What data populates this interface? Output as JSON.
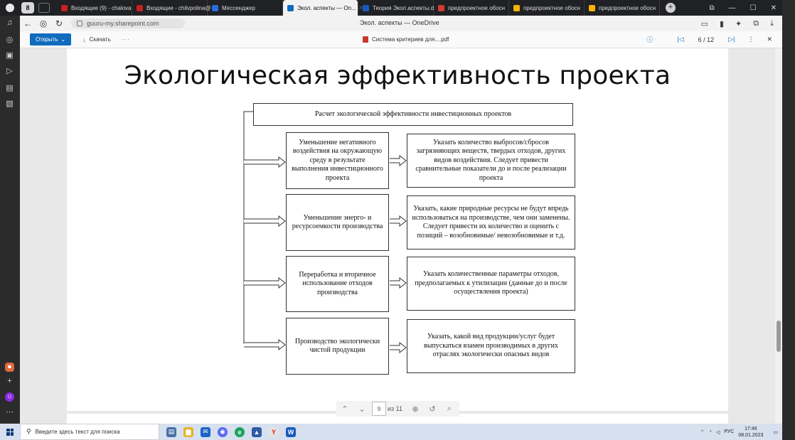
{
  "browser": {
    "tab_count": "8",
    "tabs": [
      {
        "label": "Входящие (9) - chalova",
        "color": "#c5221f"
      },
      {
        "label": "Входящие - chilvpolina@",
        "color": "#c5221f"
      },
      {
        "label": "Мессенджер",
        "color": "#2a6de0"
      },
      {
        "label": "Экол. аспекты — On...",
        "color": "#0f6cbd",
        "active": true
      },
      {
        "label": "Теория Экол.аспекты.d",
        "color": "#185abd"
      },
      {
        "label": "предпроектное обосн",
        "color": "#d23a32"
      },
      {
        "label": "предпроектное обосн",
        "color": "#f4b400"
      },
      {
        "label": "предпроектное обосн",
        "color": "#f4b400"
      }
    ],
    "new_tab": "+",
    "url": "guuru-my.sharepoint.com",
    "page_title": "Экол. аспекты — OneDrive"
  },
  "onedrive": {
    "open_label": "Открыть",
    "download_label": "Скачать",
    "more_label": "···",
    "file_name": "Система критериев для....pdf",
    "page_indicator": "6 / 12"
  },
  "slide": {
    "title": "Экологическая эффективность проекта",
    "header_box": "Расчет экологической эффективности инвестиционных проектов",
    "rows": [
      {
        "left": "Уменьшение негативного воздействия на окружающую среду в результате выполнения инвестиционного проекта",
        "right": "Указать количество выбросов/сбросов загрязняющих веществ, твердых отходов, других видов воздействия. Следует привести сравнительные показатели до и после реализации проекта"
      },
      {
        "left": "Уменьшение энерго- и ресурсоемкости производства",
        "right": "Указать, какие природные ресурсы не будут впредь использоваться на производстве, чем они заменены. Следует привести их количество и оценить с позиций – возобновимые/ невозобновимые и т.д."
      },
      {
        "left": "Переработка и вторичное использование отходов производства",
        "right": "Указать количественные параметры отходов, предполагаемых к утилизации (данные до и после осуществления проекта)"
      },
      {
        "left": "Производство экологически чистой продукции",
        "right": "Указать, какой вид продукции/услуг будет выпускаться взамен производимых в других отраслях экологически опасных видов"
      }
    ]
  },
  "pagenav": {
    "current_page": "9",
    "of_label": "из 11"
  },
  "taskbar": {
    "search_placeholder": "Введите здесь текст для поиска",
    "language": "РУС",
    "time": "17:46",
    "date": "08.01.2023"
  }
}
